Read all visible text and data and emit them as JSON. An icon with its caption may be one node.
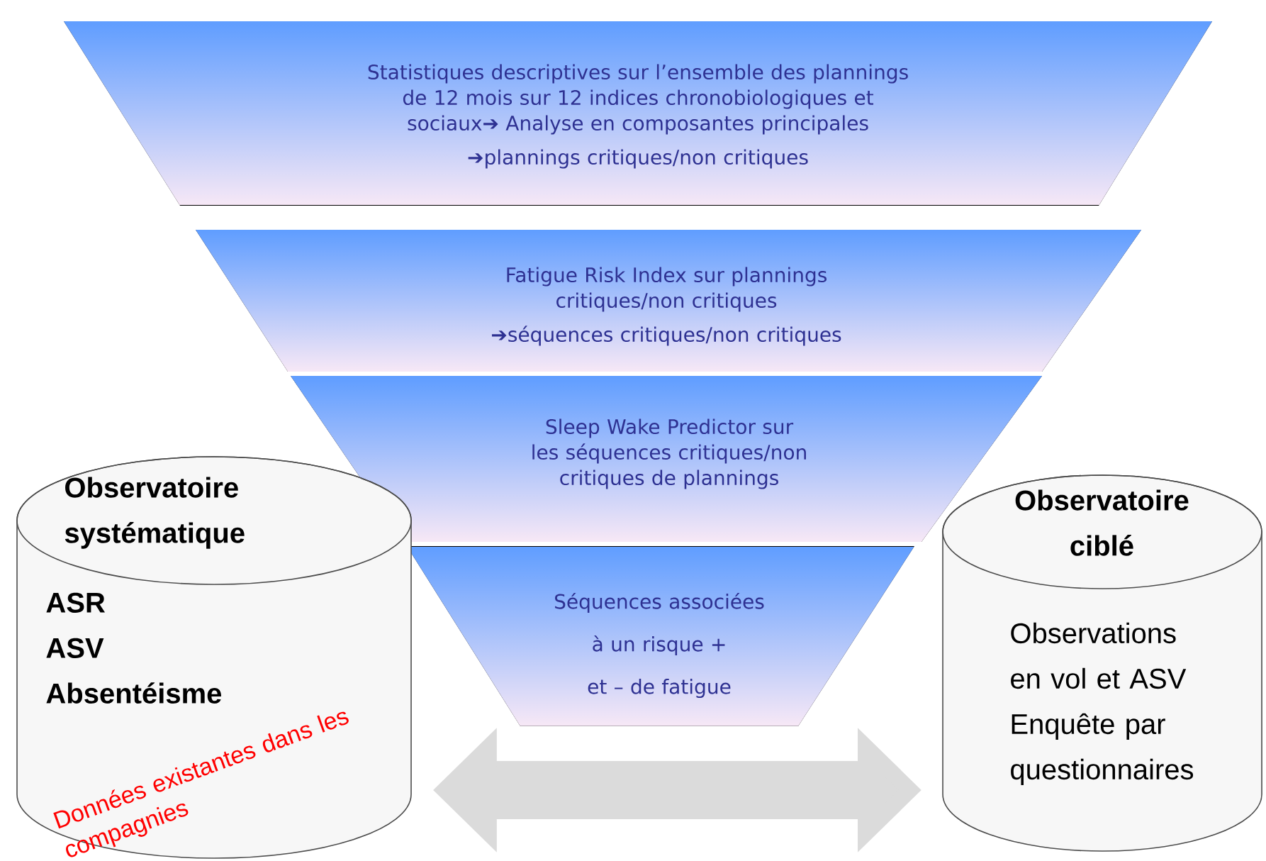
{
  "diagram": {
    "nodes": [
      {
        "text": [
          "Statistiques descriptives sur l’ensemble des plannings de 12 mois sur 12 indices chronobiologiques et sociaux➔ Analyse en composantes principales",
          "➔plannings critiques/non critiques"
        ]
      },
      {
        "text": [
          "Fatigue Risk Index sur plannings critiques/non critiques",
          "➔séquences critiques/non critiques"
        ]
      },
      {
        "text": [
          "Sleep Wake Predictor sur les séquences critiques/non critiques de plannings"
        ]
      },
      {
        "text": [
          "Séquences associées à un risque + et – de fatigue"
        ]
      },
      {
        "text": [
          "Observatoire systématique",
          "ASR",
          "ASV",
          "Absentéisme"
        ]
      },
      {
        "text": [
          "Observatoire ciblé",
          "Observations en vol et ASV Enquête par questionnaires"
        ]
      }
    ],
    "edges": [
      {
        "from": 4,
        "to": 5,
        "arrow": "both"
      }
    ],
    "labels": [
      "Données existantes dans les compagnies"
    ]
  }
}
